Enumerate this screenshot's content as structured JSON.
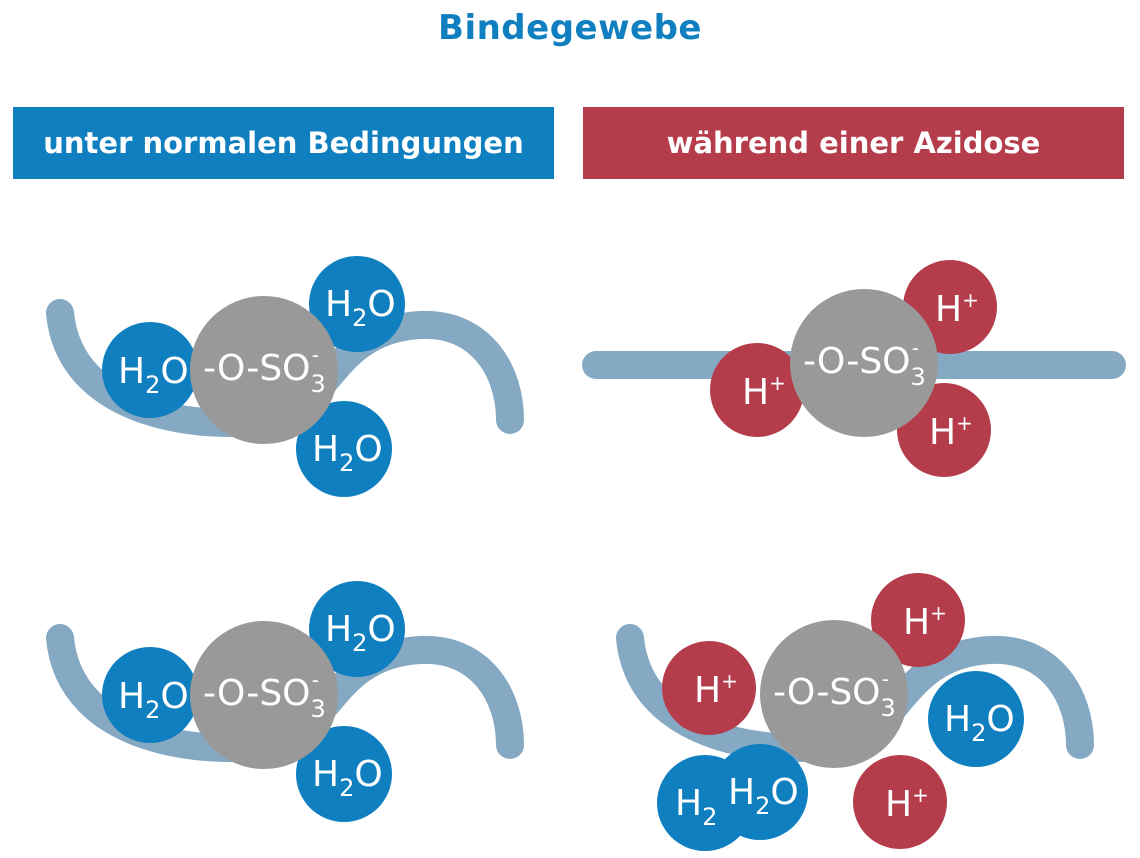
{
  "title": "Bindegewebe",
  "banners": {
    "left": "unter normalen Bedingungen",
    "right": "während einer Azidose"
  },
  "labels": {
    "water": "H",
    "water_sub": "2",
    "water_o": "O",
    "proton": "H",
    "proton_sup": "+",
    "sulfate": "-O-SO",
    "sulfate_sub": "3",
    "sulfate_sup": "-",
    "partial_h": "H",
    "partial_sub": "2"
  },
  "colors": {
    "water": "#0f7fc0",
    "proton": "#b53c4b",
    "sulfate": "#999999",
    "chain": "#86a9c3",
    "title": "#0f7fc0"
  }
}
